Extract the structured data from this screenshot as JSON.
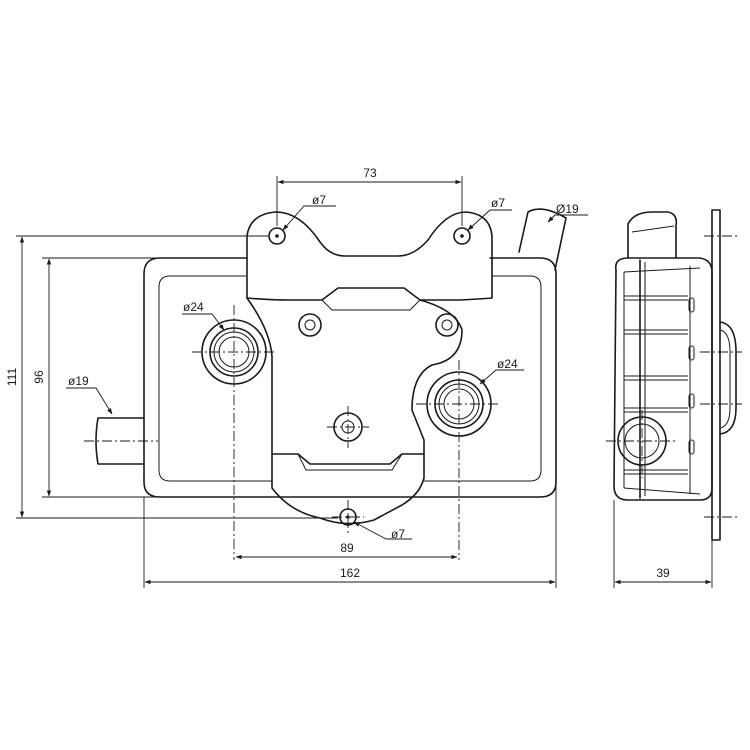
{
  "dimensions": {
    "top_bolt_spacing": "73",
    "bottom_port_spacing": "89",
    "overall_width": "162",
    "overall_height": "111",
    "body_height": "96",
    "side_depth": "39"
  },
  "callouts": {
    "bolt_hole_top_left": "ø7",
    "bolt_hole_top_right": "ø7",
    "bolt_hole_bottom": "ø7",
    "pipe_top_right": "Ø19",
    "pipe_left": "ø19",
    "port_left": "ø24",
    "port_right": "ø24"
  }
}
